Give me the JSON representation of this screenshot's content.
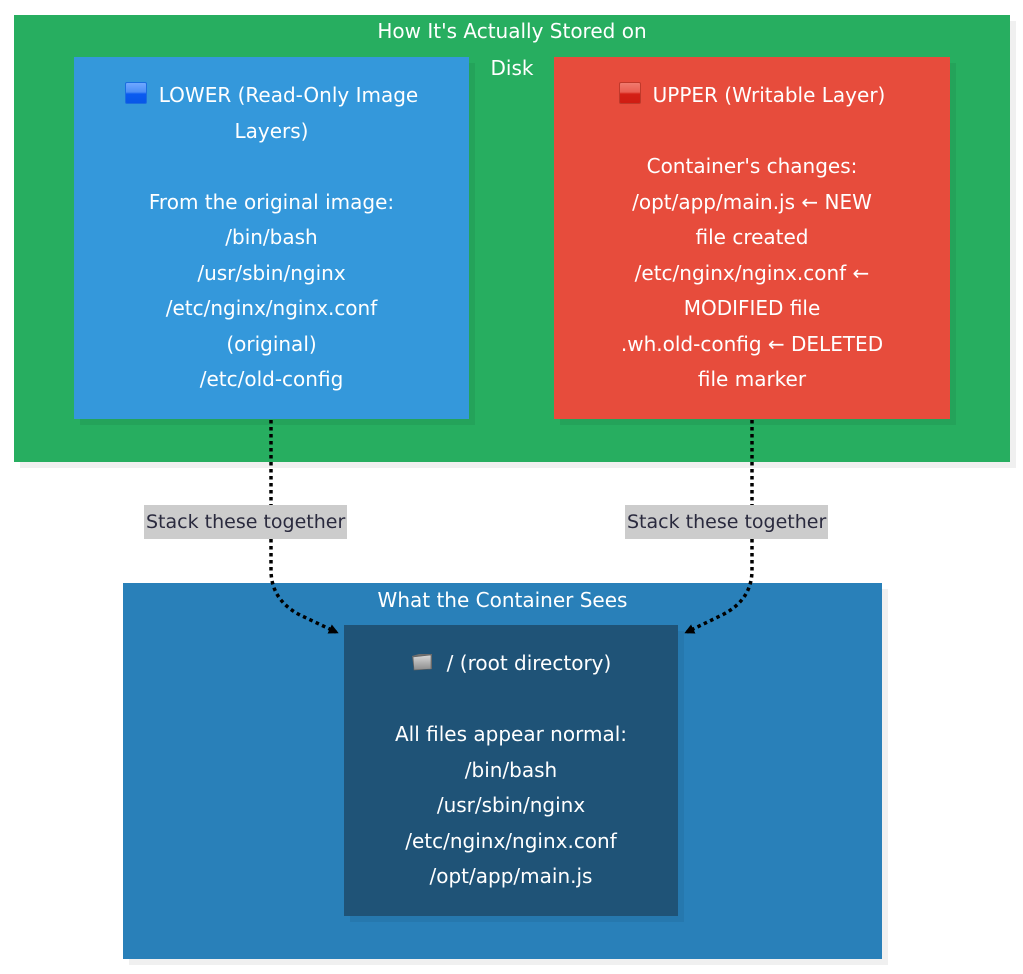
{
  "colors": {
    "storage_cluster": "#27ae60",
    "lower_box": "#3498db",
    "upper_box": "#e74c3c",
    "view_cluster": "#2980b9",
    "root_box": "#1f5377",
    "edge_label_bg": "#cccccc",
    "edge": "#000000"
  },
  "storage_cluster": {
    "title_line1": "How It's Actually Stored on",
    "title_line2": "Disk",
    "lower": {
      "icon": "blue-square-icon",
      "title_line1": "LOWER (Read-Only Image",
      "title_line2": "Layers)",
      "lines": [
        "From the original image:",
        "/bin/bash",
        "/usr/sbin/nginx",
        "/etc/nginx/nginx.conf",
        "(original)",
        "/etc/old-config"
      ]
    },
    "upper": {
      "icon": "red-square-icon",
      "title": "UPPER (Writable Layer)",
      "lines": [
        "Container's changes:",
        "/opt/app/main.js ← NEW",
        "file created",
        "/etc/nginx/nginx.conf ←",
        "MODIFIED file",
        ".wh.old-config ← DELETED",
        "file marker"
      ]
    }
  },
  "edges": [
    {
      "from": "lower",
      "to": "root",
      "label": "Stack these together",
      "style": "dotted"
    },
    {
      "from": "upper",
      "to": "root",
      "label": "Stack these together",
      "style": "dotted"
    }
  ],
  "view_cluster": {
    "title": "What the Container Sees",
    "root": {
      "icon": "folder-icon",
      "title": "/ (root directory)",
      "lines": [
        "All files appear normal:",
        "/bin/bash",
        "/usr/sbin/nginx",
        "/etc/nginx/nginx.conf",
        "/opt/app/main.js"
      ]
    }
  }
}
